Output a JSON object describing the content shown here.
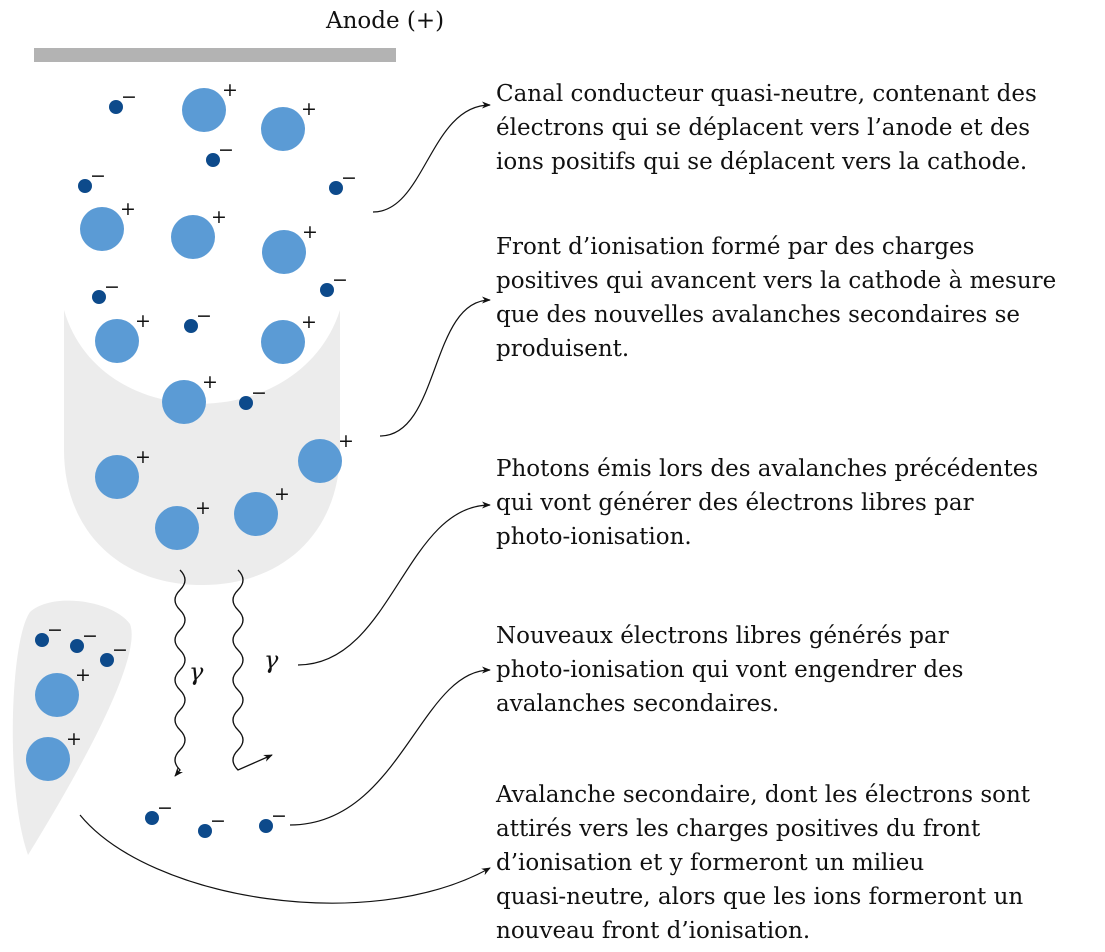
{
  "anode_label": "Anode (+)",
  "colors": {
    "ion": "#5b9bd5",
    "electron": "#0d4a8b",
    "region": "#ececec",
    "anode_bar": "#b3b3b3",
    "line": "#111111"
  },
  "symbols": {
    "ion_charge": "+",
    "electron_charge": "−",
    "photon": "γ"
  },
  "annotations": [
    {
      "id": "channel",
      "lines": [
        "Canal conducteur quasi-neutre, contenant des",
        "électrons qui se déplacent vers l’anode et des",
        "ions positifs qui se déplacent vers la cathode."
      ]
    },
    {
      "id": "front",
      "lines": [
        "Front d’ionisation formé par des charges",
        "positives qui avancent vers la cathode à mesure",
        "que des nouvelles avalanches secondaires se",
        "produisent."
      ]
    },
    {
      "id": "photons",
      "lines": [
        "Photons émis lors des avalanches précédentes",
        "qui vont générer des électrons libres par",
        "photo-ionisation."
      ]
    },
    {
      "id": "free-electrons",
      "lines": [
        "Nouveaux électrons libres générés par",
        "photo-ionisation qui vont engendrer des",
        "avalanches secondaires."
      ]
    },
    {
      "id": "secondary-avalanche",
      "lines": [
        "Avalanche secondaire, dont les électrons sont",
        "attirés vers les charges positives du front",
        "d’ionisation et y formeront un milieu",
        "quasi-neutre, alors que les ions formeront un",
        "nouveau front d’ionisation."
      ]
    }
  ]
}
